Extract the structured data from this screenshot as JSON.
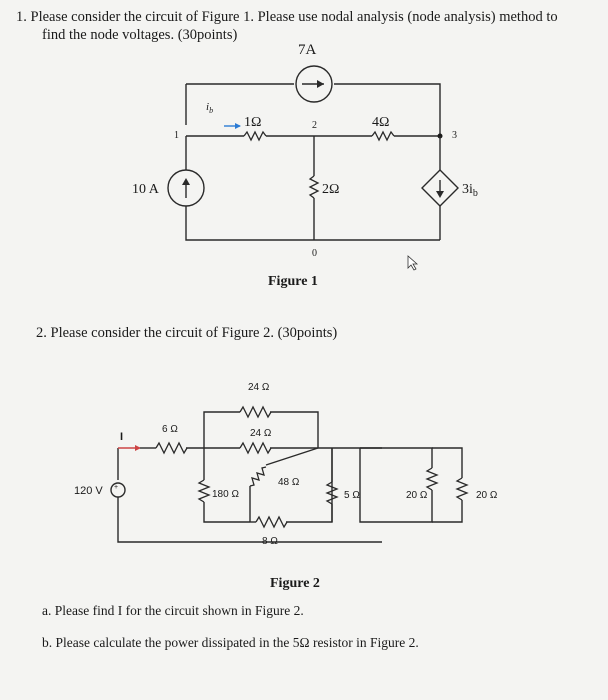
{
  "question1": {
    "line1": "1.  Please consider the circuit of Figure 1. Please use nodal analysis (node analysis) method to",
    "line2": "find the node voltages. (30points)"
  },
  "figure1": {
    "caption": "Figure 1",
    "current_source_top": "7A",
    "current_source_left": "10 A",
    "dependent_source": "3i",
    "dependent_source_sub": "b",
    "branch_current": "i",
    "branch_current_sub": "b",
    "r1": "1Ω",
    "r2": "4Ω",
    "r3": "2Ω",
    "node1": "1",
    "node2": "2",
    "node3": "3",
    "node0": "0"
  },
  "question2": {
    "line": "2.  Please consider the circuit of Figure 2. (30points)"
  },
  "figure2": {
    "caption": "Figure 2",
    "source": "120 V",
    "current": "I",
    "r_6": "6 Ω",
    "r_24a": "24 Ω",
    "r_24b": "24 Ω",
    "r_48": "48 Ω",
    "r_180": "180 Ω",
    "r_8": "8 Ω",
    "r_5": "5 Ω",
    "r_20a": "20 Ω",
    "r_20b": "20 Ω"
  },
  "parts": {
    "a": "a.  Please find I for the circuit shown in Figure 2.",
    "b": "b.  Please calculate the power dissipated in the 5Ω resistor in Figure 2."
  }
}
